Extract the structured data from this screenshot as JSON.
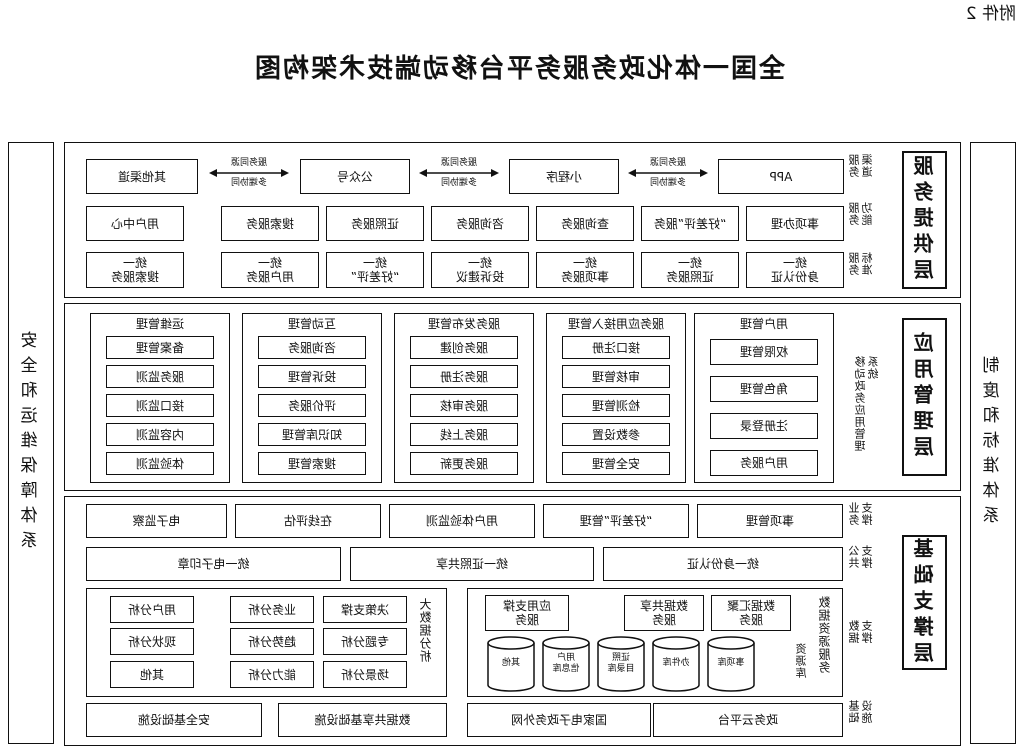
{
  "attachment": "附件 2",
  "title": "全国一体化政务服务平台移动端技术架构图",
  "left_column": "制度和标准体系",
  "right_column": "安全和运维保障体系",
  "layers": {
    "service": {
      "name": "服务提供层",
      "rows": [
        {
          "label": "服务\n渠道",
          "items": [
            "APP",
            "小程序",
            "公众号",
            "其他渠道"
          ]
        },
        {
          "label": "服务\n功能",
          "items": [
            "事项办理",
            "“好差评”服务",
            "查询服务",
            "咨询服务",
            "证照服务",
            "搜索服务",
            "用户中心"
          ]
        },
        {
          "label": "服务\n标准",
          "items": [
            "统一\n身份认证",
            "统一\n证照服务",
            "统一\n事项服务",
            "统一\n投诉建议",
            "统一\n“好差评”",
            "统一\n用户服务",
            "统一\n搜索服务"
          ]
        }
      ],
      "sync_top": "服务同源",
      "sync_bottom": "多端协同"
    },
    "app_mgmt": {
      "name": "应用管理层",
      "side_label": "移动政务应用管理系统",
      "groups": [
        {
          "title": "用户管理",
          "items": [
            "权限管理",
            "角色管理",
            "注册登录",
            "用户服务"
          ]
        },
        {
          "title": "服务应用接入管理",
          "items": [
            "接口注册",
            "审核管理",
            "检测管理",
            "参数设置",
            "安全管理"
          ]
        },
        {
          "title": "服务发布管理",
          "items": [
            "服务创建",
            "服务注册",
            "服务审核",
            "服务上线",
            "服务更新"
          ]
        },
        {
          "title": "互动管理",
          "items": [
            "咨询服务",
            "投诉管理",
            "评价服务",
            "知识库管理",
            "搜索管理"
          ]
        },
        {
          "title": "运维管理",
          "items": [
            "备案管理",
            "服务监测",
            "接口监测",
            "内容监测",
            "体验监测"
          ]
        }
      ]
    },
    "support": {
      "name": "基础支撑层",
      "business": {
        "label": "业务\n支撑",
        "items": [
          "事项管理",
          "“好差评”管理",
          "用户体验监测",
          "在线评估",
          "电子监察"
        ]
      },
      "public": {
        "label": "公共\n支撑",
        "items": [
          "统一身份认证",
          "统一证照共享",
          "统一电子印章"
        ]
      },
      "data": {
        "label": "数据\n支撑",
        "resource_label": "数据资源服务",
        "services": [
          "数据汇聚\n服务",
          "数据共享\n服务",
          "应用支撑\n服务"
        ],
        "db_label": "资源库",
        "dbs": [
          "事项库",
          "办件库",
          "证照\n目录库",
          "用户\n信息库",
          "其他"
        ],
        "bigdata_label": "大数据分析",
        "bigdata": [
          [
            "决策支撑",
            "业务分析",
            "用户分析"
          ],
          [
            "专题分析",
            "趋势分析",
            "现状分析"
          ],
          [
            "场景分析",
            "能力分析",
            "其他"
          ]
        ]
      },
      "infra": {
        "label": "基础\n设施",
        "items": [
          "政务云平台",
          "国家电子政务外网",
          "数据共享基础设施",
          "安全基础设施"
        ]
      }
    }
  }
}
